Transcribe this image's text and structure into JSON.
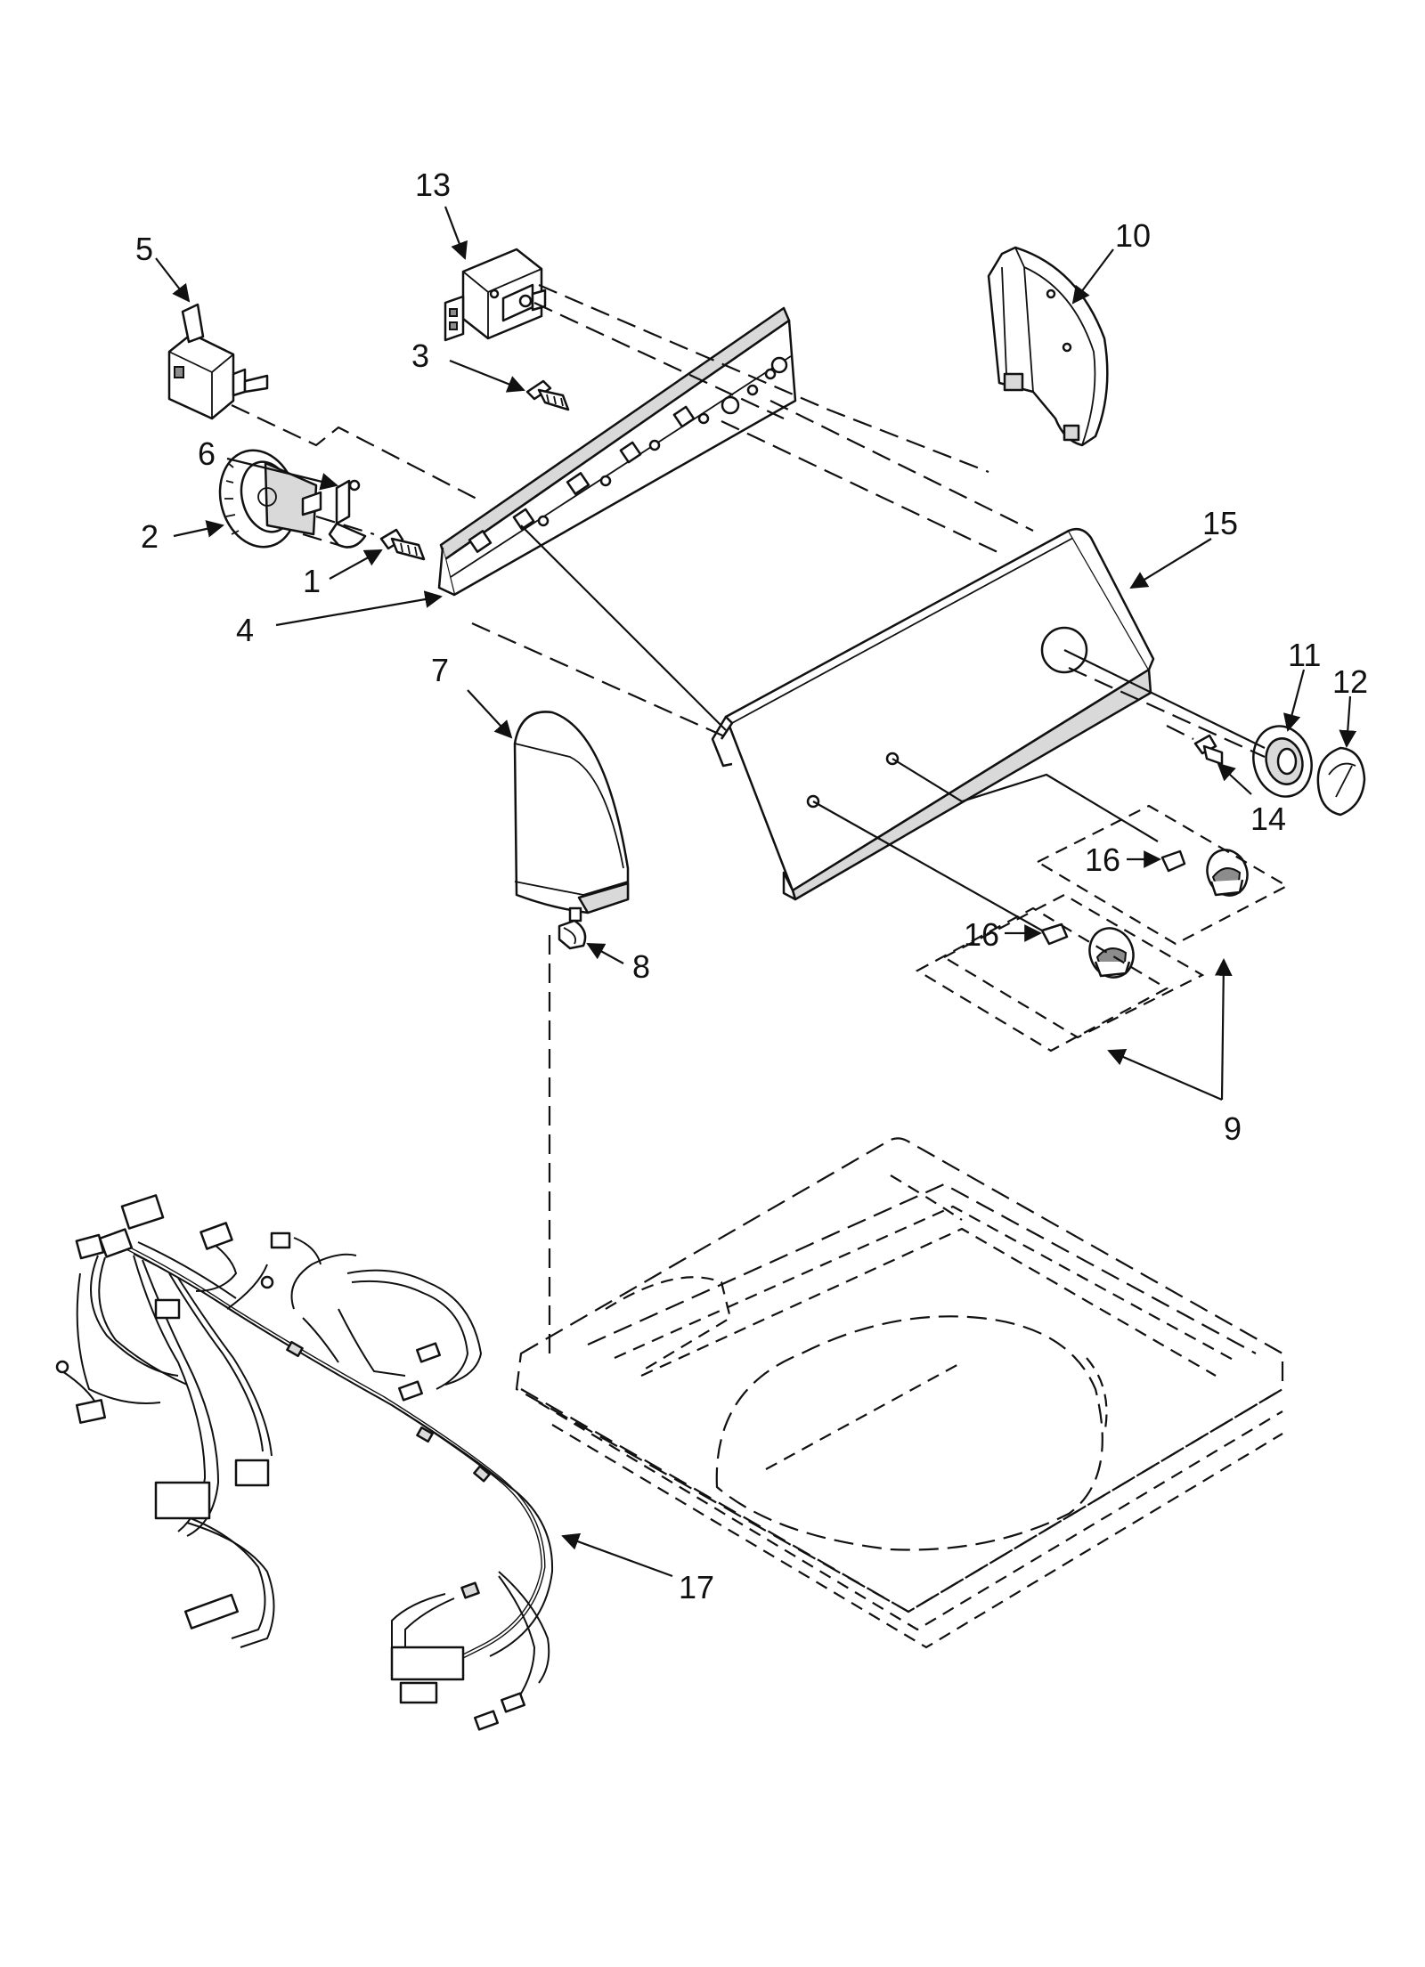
{
  "callouts": {
    "c1": "1",
    "c2": "2",
    "c3": "3",
    "c4": "4",
    "c5": "5",
    "c6": "6",
    "c7": "7",
    "c8": "8",
    "c9": "9",
    "c10": "10",
    "c11": "11",
    "c12": "12",
    "c13": "13",
    "c14": "14",
    "c15": "15",
    "c16a": "16",
    "c16b": "16",
    "c17": "17"
  }
}
